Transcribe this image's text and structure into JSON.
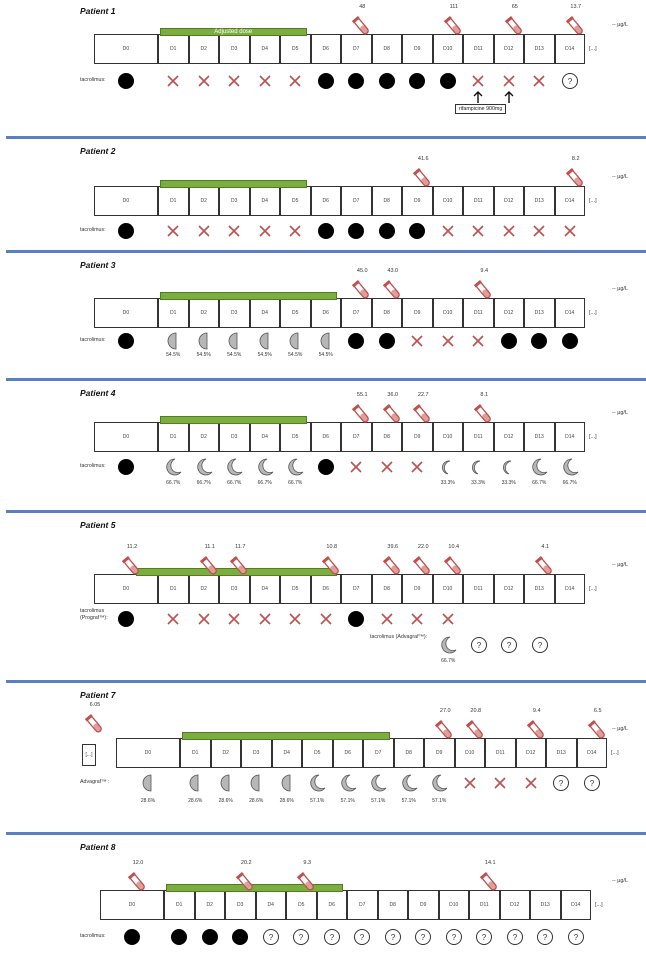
{
  "unit": "-- µg/L",
  "bracket": "[...]",
  "tacrolimus_label": "tacrolimus:",
  "rifampicin_note": "rifampicine 900mg",
  "days": [
    "D0",
    "D1",
    "D2",
    "D3",
    "D4",
    "D5",
    "D6",
    "D7",
    "D8",
    "D9",
    "D10",
    "D11",
    "D12",
    "D13",
    "D14"
  ],
  "colors": {
    "bar": "#7cae3e",
    "separator": "#5b7fc4",
    "cross": "#c0504d",
    "tube": "#c0504d",
    "dose": "#000000",
    "partial": "#b7b7b7"
  },
  "panels": [
    {
      "title": "Patient 1",
      "bar_label": "Adjusted dose",
      "concentrations": [
        {
          "day": 7,
          "value": "48"
        },
        {
          "day": 10,
          "value": "111"
        },
        {
          "day": 12,
          "value": "65"
        },
        {
          "day": 14,
          "value": "13.7"
        }
      ],
      "label": "tacrolimus:",
      "markers": [
        "full",
        "cross",
        "cross",
        "cross",
        "cross",
        "cross",
        "full",
        "full",
        "full",
        "full",
        "full",
        "cross",
        "cross",
        "cross",
        "question"
      ],
      "pcts": []
    },
    {
      "title": "Patient 2",
      "bar_label": "",
      "concentrations": [
        {
          "day": 9,
          "value": "41.6"
        },
        {
          "day": 14,
          "value": "8.2"
        }
      ],
      "label": "tacrolimus:",
      "markers": [
        "full",
        "cross",
        "cross",
        "cross",
        "cross",
        "cross",
        "full",
        "full",
        "full",
        "full",
        "cross",
        "cross",
        "cross",
        "cross",
        "cross"
      ],
      "pcts": []
    },
    {
      "title": "Patient 3",
      "bar_label": "",
      "concentrations": [
        {
          "day": 7,
          "value": "45.0"
        },
        {
          "day": 8,
          "value": "43.0"
        },
        {
          "day": 11,
          "value": "9.4"
        }
      ],
      "label": "tacrolimus:",
      "markers": [
        "full",
        "half",
        "half",
        "half",
        "half",
        "half",
        "half",
        "full",
        "full",
        "cross",
        "cross",
        "cross",
        "full",
        "full",
        "full"
      ],
      "pcts": [
        "",
        "54.5%",
        "54.5%",
        "54.5%",
        "54.5%",
        "54.5%",
        "54.5%",
        "",
        "",
        "",
        "",
        "",
        "",
        "",
        ""
      ]
    },
    {
      "title": "Patient 4",
      "bar_label": "",
      "concentrations": [
        {
          "day": 7,
          "value": "55.1"
        },
        {
          "day": 8,
          "value": "36.0"
        },
        {
          "day": 9,
          "value": "22.7"
        },
        {
          "day": 11,
          "value": "8.1"
        }
      ],
      "label": "tacrolimus:",
      "markers": [
        "full",
        "moon",
        "moon",
        "moon",
        "moon",
        "moon",
        "full",
        "cross",
        "cross",
        "cross",
        "small",
        "small",
        "small",
        "moon",
        "moon"
      ],
      "pcts": [
        "",
        "66.7%",
        "66.7%",
        "66.7%",
        "66.7%",
        "66.7%",
        "",
        "",
        "",
        "",
        "33.3%",
        "33.3%",
        "33.3%",
        "66.7%",
        "66.7%"
      ]
    },
    {
      "title": "Patient 5",
      "bar_label": "",
      "concentrations": [
        {
          "day": 0,
          "value": "11.2"
        },
        {
          "day": 2,
          "value": "11.1"
        },
        {
          "day": 3,
          "value": "11.7"
        },
        {
          "day": 6,
          "value": "10.8"
        },
        {
          "day": 8,
          "value": "39.6"
        },
        {
          "day": 9,
          "value": "22.0"
        },
        {
          "day": 10,
          "value": "10.4"
        },
        {
          "day": 13,
          "value": "4.1"
        }
      ],
      "label": "tacrolimus\n(Prograf™):",
      "label2": "tacrolimus (Advagraf™):",
      "markers": [
        "full",
        "cross",
        "cross",
        "cross",
        "cross",
        "cross",
        "cross",
        "full",
        "cross",
        "cross",
        "cross",
        "",
        "",
        "",
        ""
      ],
      "markers2": [
        "",
        "",
        "",
        "",
        "",
        "",
        "",
        "",
        "",
        "",
        "",
        "moon",
        "question",
        "question",
        "question"
      ],
      "pcts": [
        "",
        "",
        "",
        "",
        "",
        "",
        "",
        "",
        "",
        "",
        "",
        "66.7%",
        "",
        "",
        ""
      ]
    },
    {
      "title": "Patient 7",
      "bar_label": "",
      "pre_value": "6.05",
      "concentrations": [
        {
          "day": 9,
          "value": "27.0"
        },
        {
          "day": 10,
          "value": "20.8"
        },
        {
          "day": 12,
          "value": "9.4"
        },
        {
          "day": 14,
          "value": "6.5"
        }
      ],
      "label": "Advagraf™ :",
      "markers": [
        "half",
        "half",
        "half",
        "half",
        "half",
        "moon",
        "moon",
        "moon",
        "moon",
        "moon",
        "cross",
        "cross",
        "cross",
        "question",
        "question"
      ],
      "pcts": [
        "28.6%",
        "28.6%",
        "28.6%",
        "28.6%",
        "28.6%",
        "57.1%",
        "57.1%",
        "57.1%",
        "57.1%",
        "57.1%",
        "",
        "",
        "",
        "",
        ""
      ]
    },
    {
      "title": "Patient 8",
      "bar_label": "",
      "concentrations": [
        {
          "day": 0,
          "value": "12.0"
        },
        {
          "day": 3,
          "value": "20.2"
        },
        {
          "day": 5,
          "value": "9.3"
        },
        {
          "day": 11,
          "value": "14.1"
        }
      ],
      "label": "tacrolimus:",
      "markers": [
        "full",
        "full",
        "full",
        "full",
        "question",
        "question",
        "question",
        "question",
        "question",
        "question",
        "question",
        "question",
        "question",
        "question",
        "question"
      ],
      "pcts": []
    }
  ]
}
